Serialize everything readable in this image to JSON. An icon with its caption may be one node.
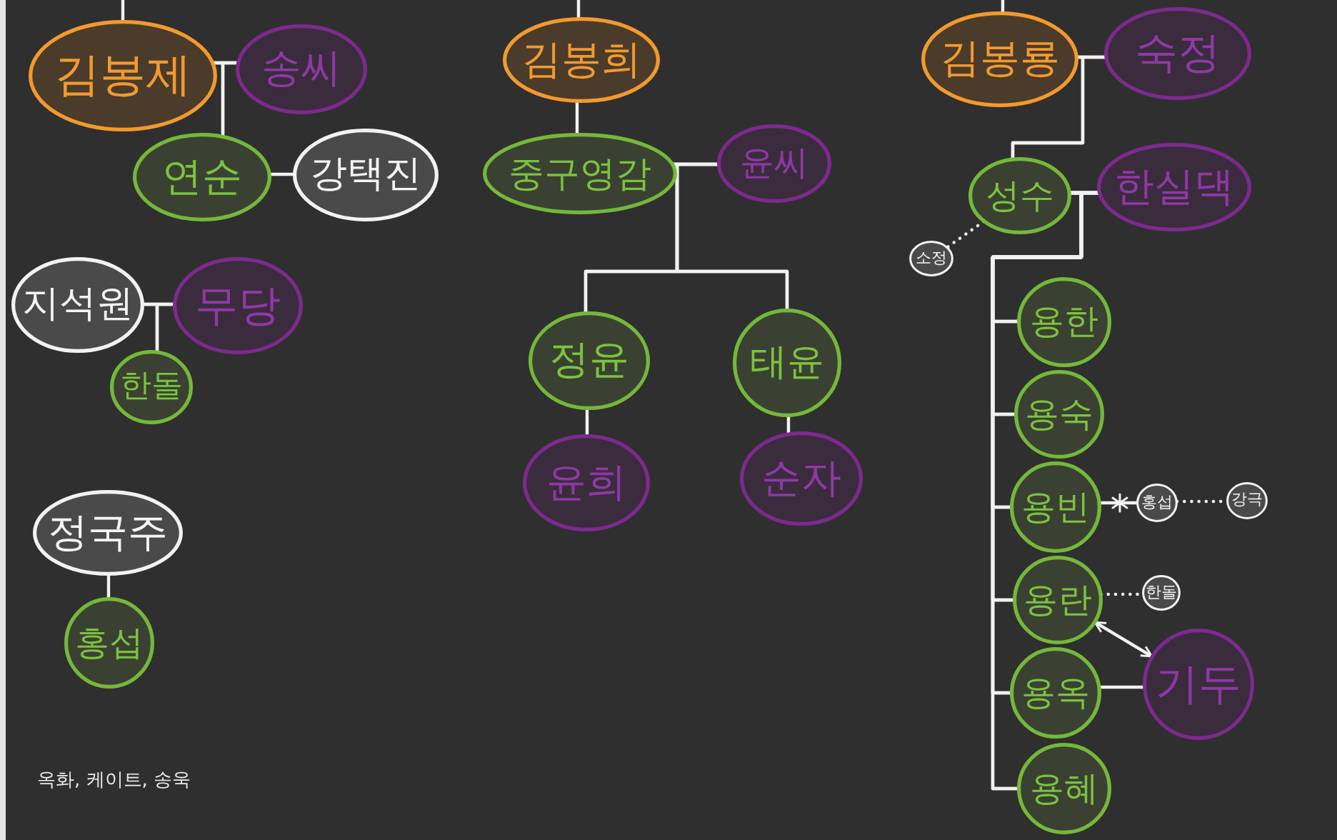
{
  "diagram": {
    "nodes": [
      {
        "text": [
          "김봉제"
        ]
      },
      {
        "text": [
          "송씨"
        ]
      },
      {
        "text": [
          "연순"
        ]
      },
      {
        "text": [
          "강택진"
        ]
      },
      {
        "text": [
          "지석원"
        ]
      },
      {
        "text": [
          "무당"
        ]
      },
      {
        "text": [
          "한돌"
        ]
      },
      {
        "text": [
          "정국주"
        ]
      },
      {
        "text": [
          "홍섭"
        ]
      },
      {
        "text": [
          "김봉희"
        ]
      },
      {
        "text": [
          "중구영감"
        ]
      },
      {
        "text": [
          "윤씨"
        ]
      },
      {
        "text": [
          "정윤"
        ]
      },
      {
        "text": [
          "태윤"
        ]
      },
      {
        "text": [
          "윤희"
        ]
      },
      {
        "text": [
          "순자"
        ]
      },
      {
        "text": [
          "김봉룡"
        ]
      },
      {
        "text": [
          "숙정"
        ]
      },
      {
        "text": [
          "성수"
        ]
      },
      {
        "text": [
          "한실댁"
        ]
      },
      {
        "text": [
          "소정"
        ]
      },
      {
        "text": [
          "용한"
        ]
      },
      {
        "text": [
          "용숙"
        ]
      },
      {
        "text": [
          "용빈"
        ]
      },
      {
        "text": [
          "홍섭"
        ]
      },
      {
        "text": [
          "강극"
        ]
      },
      {
        "text": [
          "용란"
        ]
      },
      {
        "text": [
          "한돌"
        ]
      },
      {
        "text": [
          "기두"
        ]
      },
      {
        "text": [
          "용옥"
        ]
      },
      {
        "text": [
          "용혜"
        ]
      }
    ],
    "edges": [
      {
        "from": null,
        "to": 0,
        "arrow": "none"
      },
      {
        "from": null,
        "to": 9,
        "arrow": "none"
      },
      {
        "from": null,
        "to": 16,
        "arrow": "none"
      },
      {
        "from": 0,
        "to": 1,
        "arrow": "none"
      },
      {
        "from": 0,
        "to": 2,
        "arrow": "none"
      },
      {
        "from": 1,
        "to": 2,
        "arrow": "none"
      },
      {
        "from": 2,
        "to": 3,
        "arrow": "none"
      },
      {
        "from": 4,
        "to": 5,
        "arrow": "none"
      },
      {
        "from": 4,
        "to": 6,
        "arrow": "none"
      },
      {
        "from": 5,
        "to": 6,
        "arrow": "none"
      },
      {
        "from": 7,
        "to": 8,
        "arrow": "none"
      },
      {
        "from": 9,
        "to": 10,
        "arrow": "none"
      },
      {
        "from": 10,
        "to": 11,
        "arrow": "none"
      },
      {
        "from": 10,
        "to": 12,
        "arrow": "none"
      },
      {
        "from": 10,
        "to": 13,
        "arrow": "none"
      },
      {
        "from": 11,
        "to": 12,
        "arrow": "none"
      },
      {
        "from": 11,
        "to": 13,
        "arrow": "none"
      },
      {
        "from": 12,
        "to": 14,
        "arrow": "none"
      },
      {
        "from": 13,
        "to": 15,
        "arrow": "none"
      },
      {
        "from": 16,
        "to": 17,
        "arrow": "none"
      },
      {
        "from": 16,
        "to": 18,
        "arrow": "none"
      },
      {
        "from": 17,
        "to": 18,
        "arrow": "none"
      },
      {
        "from": 18,
        "to": 19,
        "arrow": "none"
      },
      {
        "from": 18,
        "to": 21,
        "arrow": "none"
      },
      {
        "from": 18,
        "to": 22,
        "arrow": "none"
      },
      {
        "from": 18,
        "to": 23,
        "arrow": "none"
      },
      {
        "from": 18,
        "to": 26,
        "arrow": "none"
      },
      {
        "from": 18,
        "to": 29,
        "arrow": "none"
      },
      {
        "from": 18,
        "to": 30,
        "arrow": "none"
      },
      {
        "from": 19,
        "to": 21,
        "arrow": "none"
      },
      {
        "from": 19,
        "to": 22,
        "arrow": "none"
      },
      {
        "from": 19,
        "to": 23,
        "arrow": "none"
      },
      {
        "from": 19,
        "to": 26,
        "arrow": "none"
      },
      {
        "from": 19,
        "to": 29,
        "arrow": "none"
      },
      {
        "from": 19,
        "to": 30,
        "arrow": "none"
      },
      {
        "from": 18,
        "to": 20,
        "arrow": "none",
        "style": "dashed"
      },
      {
        "from": 23,
        "to": 24,
        "arrow": "none"
      },
      {
        "from": 24,
        "to": 25,
        "arrow": "none",
        "style": "dashed"
      },
      {
        "from": 26,
        "to": 27,
        "arrow": "none",
        "style": "dashed"
      },
      {
        "from": 26,
        "to": 28,
        "arrow": "both"
      },
      {
        "from": 29,
        "to": 28,
        "arrow": "none"
      }
    ],
    "labels": [
      "옥화, 케이트, 송욱"
    ]
  }
}
